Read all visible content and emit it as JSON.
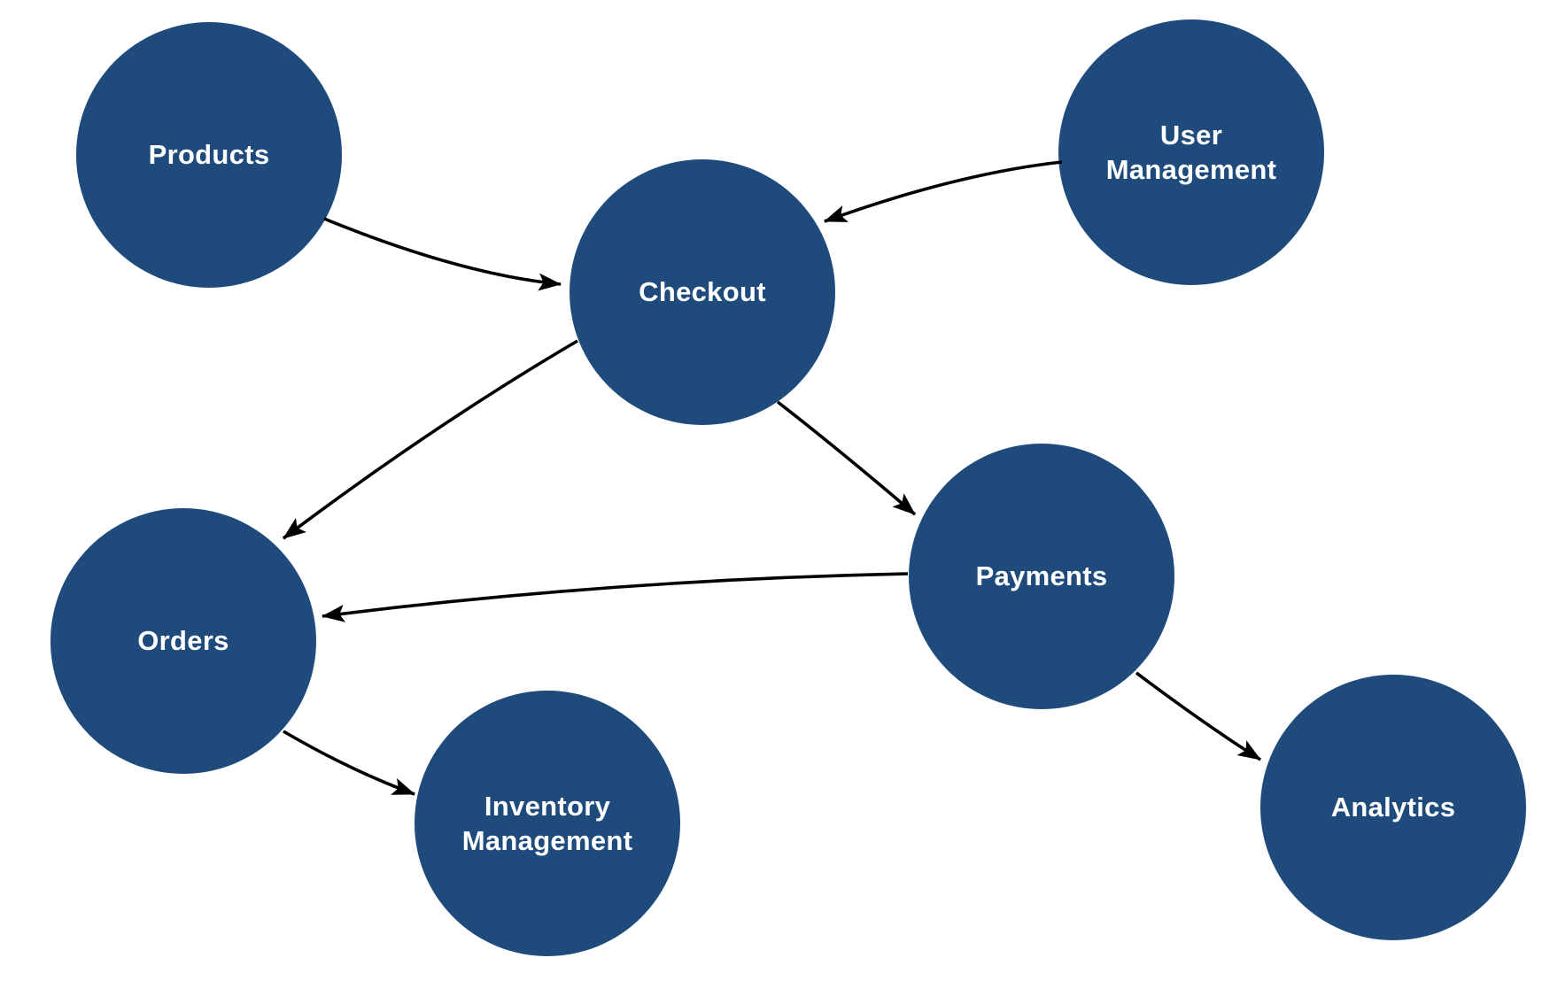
{
  "diagram": {
    "type": "directed-graph",
    "background_color": "#ffffff",
    "node_fill_color": "#1e4b7c",
    "node_text_color": "#ffffff",
    "edge_color": "#000000",
    "nodes": [
      {
        "id": "products",
        "label": "Products"
      },
      {
        "id": "user-management",
        "label": "User Management"
      },
      {
        "id": "checkout",
        "label": "Checkout"
      },
      {
        "id": "orders",
        "label": "Orders"
      },
      {
        "id": "payments",
        "label": "Payments"
      },
      {
        "id": "inventory-management",
        "label": "Inventory Management"
      },
      {
        "id": "analytics",
        "label": "Analytics"
      }
    ],
    "edges": [
      {
        "from": "products",
        "to": "checkout"
      },
      {
        "from": "user-management",
        "to": "checkout"
      },
      {
        "from": "checkout",
        "to": "orders"
      },
      {
        "from": "checkout",
        "to": "payments"
      },
      {
        "from": "payments",
        "to": "orders"
      },
      {
        "from": "orders",
        "to": "inventory-management"
      },
      {
        "from": "payments",
        "to": "analytics"
      }
    ]
  }
}
